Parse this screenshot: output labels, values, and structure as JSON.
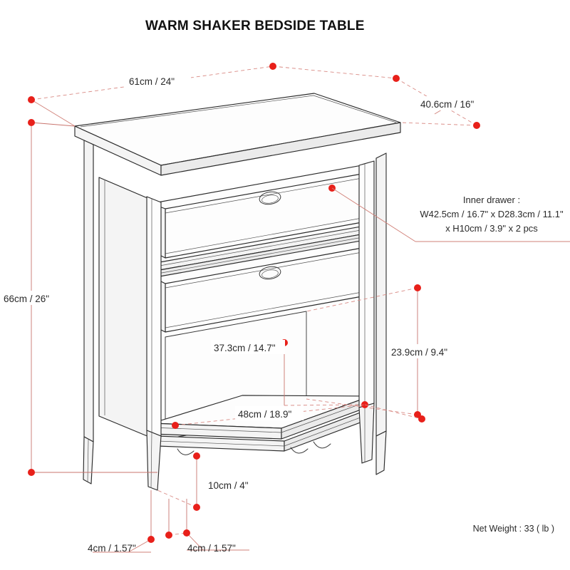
{
  "document": {
    "title": "WARM SHAKER BEDSIDE TABLE",
    "product_type": "bedside-table",
    "view": "isometric-dimension-drawing"
  },
  "colors": {
    "marker_red": "#e8201a",
    "dimension_line": "#c9756e",
    "outline": "#2b2b2b",
    "text": "#2a2a2a",
    "background": "#ffffff"
  },
  "dimensions": {
    "width": {
      "label": "61cm / 24\"",
      "cm": 61,
      "inch": 24,
      "axis": "width"
    },
    "depth": {
      "label": "40.6cm / 16\"",
      "cm": 40.6,
      "inch": 16,
      "axis": "depth"
    },
    "height": {
      "label": "66cm / 26\"",
      "cm": 66,
      "inch": 26,
      "axis": "height"
    },
    "shelf_depth": {
      "label": "37.3cm / 14.7\"",
      "cm": 37.3,
      "inch": 14.7,
      "axis": "depth"
    },
    "shelf_width": {
      "label": "48cm / 18.9\"",
      "cm": 48,
      "inch": 18.9,
      "axis": "width"
    },
    "open_shelf_height": {
      "label": "23.9cm / 9.4\"",
      "cm": 23.9,
      "inch": 9.4,
      "axis": "height"
    },
    "leg_clearance": {
      "label": "10cm / 4\"",
      "cm": 10,
      "inch": 4,
      "axis": "height"
    },
    "leg_thickness_left": {
      "label": "4cm / 1.57\"",
      "cm": 4,
      "inch": 1.57,
      "axis": "section"
    },
    "leg_thickness_right": {
      "label": "4cm / 1.57\"",
      "cm": 4,
      "inch": 1.57,
      "axis": "section"
    }
  },
  "inner_drawer_note": {
    "line1": "Inner drawer :",
    "line2": "W42.5cm / 16.7\" x D28.3cm / 11.1\"",
    "line3": "x H10cm / 3.9\" x 2 pcs",
    "width_cm": 42.5,
    "width_inch": 16.7,
    "depth_cm": 28.3,
    "depth_inch": 11.1,
    "height_cm": 10,
    "height_inch": 3.9,
    "quantity": 2
  },
  "net_weight": {
    "label": "Net Weight : 33 ( lb )",
    "value": 33,
    "unit": "lb"
  }
}
